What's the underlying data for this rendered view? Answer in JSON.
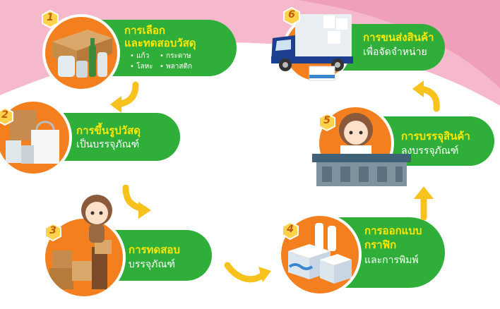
{
  "colors": {
    "green": "#2fae3a",
    "orange": "#f47f1f",
    "yellow": "#ffe600",
    "arrow": "#f7c21b",
    "pink": "#f2a8c0"
  },
  "steps": [
    {
      "num": "1",
      "title_lines": [
        "การเลือก",
        "และทดสอบวัสดุ"
      ],
      "bullets": [
        "แก้ว",
        "กระดาษ",
        "โลหะ",
        "พลาสติก"
      ]
    },
    {
      "num": "2",
      "title_lines": [
        "การขึ้นรูปวัสดุ"
      ],
      "sub_lines": [
        "เป็นบรรจุภัณฑ์"
      ]
    },
    {
      "num": "3",
      "title_lines": [
        "การทดสอบ"
      ],
      "sub_lines": [
        "บรรจุภัณฑ์"
      ]
    },
    {
      "num": "4",
      "title_lines": [
        "การออกแบบ",
        "กราฟิก"
      ],
      "sub_lines": [
        "และการพิมพ์"
      ]
    },
    {
      "num": "5",
      "title_lines": [
        "การบรรจุสินค้า"
      ],
      "sub_lines": [
        "ลงบรรจุภัณฑ์"
      ]
    },
    {
      "num": "6",
      "title_lines": [
        "การขนส่งสินค้า"
      ],
      "sub_lines": [
        "เพื่อจัดจำหน่าย"
      ]
    }
  ],
  "icons": [
    "materials-icon",
    "bags-and-cans-icon",
    "boxes-and-girl-icon",
    "milk-cartons-icon",
    "packing-girl-icon",
    "delivery-truck-icon"
  ]
}
